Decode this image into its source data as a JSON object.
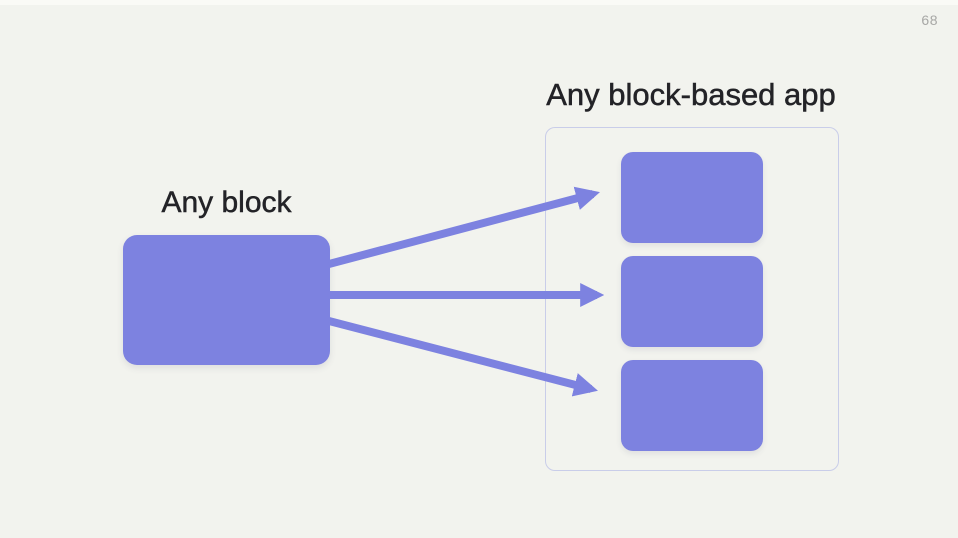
{
  "page": {
    "number": "68"
  },
  "diagram": {
    "source_label": "Any block",
    "target_title": "Any block-based app",
    "source_block_count": 1,
    "app_block_count": 3,
    "arrow_count": 3
  },
  "colors": {
    "accent": "#7d82e0",
    "background": "#f2f3ee",
    "container_border": "#c9cde9",
    "title_text": "#232327",
    "page_number_text": "#a7a7a5"
  }
}
